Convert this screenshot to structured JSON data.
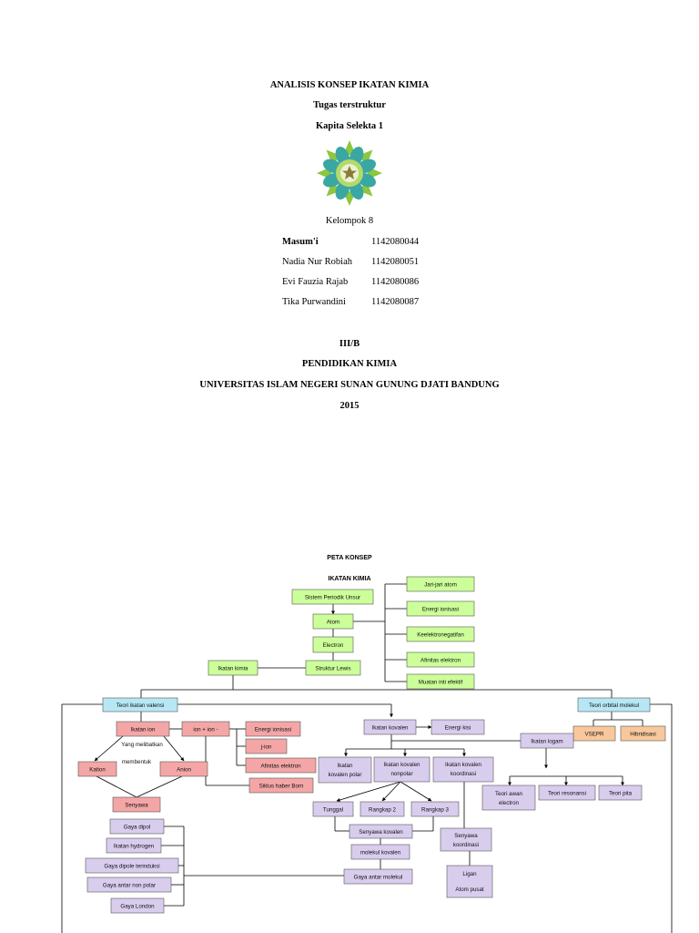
{
  "cover": {
    "title": "ANALISIS KONSEP IKATAN KIMIA",
    "subtitle": "Tugas terstruktur",
    "course": "Kapita Selekta 1",
    "group": "Kelompok 8",
    "members": [
      {
        "name": "Masum'i",
        "id": "1142080044"
      },
      {
        "name": "Nadia Nur Robiah",
        "id": "1142080051"
      },
      {
        "name": "Evi Fauzia Rajab",
        "id": "1142080086"
      },
      {
        "name": "Tika Purwandini",
        "id": "1142080087"
      }
    ],
    "class": "III/B",
    "department": "PENDIDIKAN KIMIA",
    "university": "UNIVERSITAS ISLAM NEGERI SUNAN GUNUNG DJATI BANDUNG",
    "year": "2015"
  },
  "concept_map": {
    "heading": "PETA KONSEP",
    "topic": "IKATAN KIMIA",
    "colors": {
      "green": "#ccff99",
      "pink": "#f4a6a6",
      "purple": "#d9cdee",
      "blue": "#b7e7f5",
      "orange": "#f8c89c"
    },
    "nodes": {
      "jari": "Jari-jari atom",
      "spu": "Sistem Periodik Unsur",
      "energi1": "Energi ionisasi",
      "atom": "Atom",
      "keelek": "Keelektronegatifan",
      "electron": "Electron",
      "afin1": "Afinitas elektron",
      "ikatankimia": "Ikatan kimia",
      "lewis": "Struktur Lewis",
      "muatan": "Muatan inti efektif",
      "valensi": "Teori ikatan valensi",
      "orbital": "Teori orbital molekul",
      "ikatanion": "Ikatan ion",
      "ionion": "ion + ion -",
      "energi2": "Energi ionisasi",
      "jion": "j-ion",
      "afin2": "Afinitas elektron",
      "haber": "Siklus haber Born",
      "melibatkan": "Yang melibatkan",
      "membentuk": "membentuk",
      "kation": "Kation",
      "anion": "Anion",
      "senyawa": "Senyawa",
      "kovalen": "Ikatan kovalen",
      "energikisi": "Energi kisi",
      "logam": "Ikatan logam",
      "vsepr": "VSEPR",
      "hibrid": "Hibridisasi",
      "polar1": "Ikatan",
      "polar2": "kovalen polar",
      "nonpolar1": "Ikatan kovalen",
      "nonpolar2": "nonpolar",
      "koord1": "Ikatan kovalen",
      "koord2": "koordinasi",
      "awan1": "Teori awan",
      "awan2": "electron",
      "resonansi": "Teori resonansi",
      "pita": "Teori pita",
      "tunggal": "Tunggal",
      "rangkap2": "Rangkap 2",
      "rangkap3": "Rangkap 3",
      "senkov": "Senyawa kovalen",
      "molkov": "molekul kovalen",
      "senkoord1": "Senyawa",
      "senkoord2": "koordinasi",
      "gaya": "Gaya antar molekul",
      "dipol": "Gaya dipol",
      "hidrogen": "Ikatan hydrogen",
      "dipolind": "Gaya dipole terinduksi",
      "nonpolargaya": "Gaya antar non polar",
      "london": "Gaya London",
      "ligan": "Ligan",
      "atompusat": "Atom pusat"
    }
  }
}
